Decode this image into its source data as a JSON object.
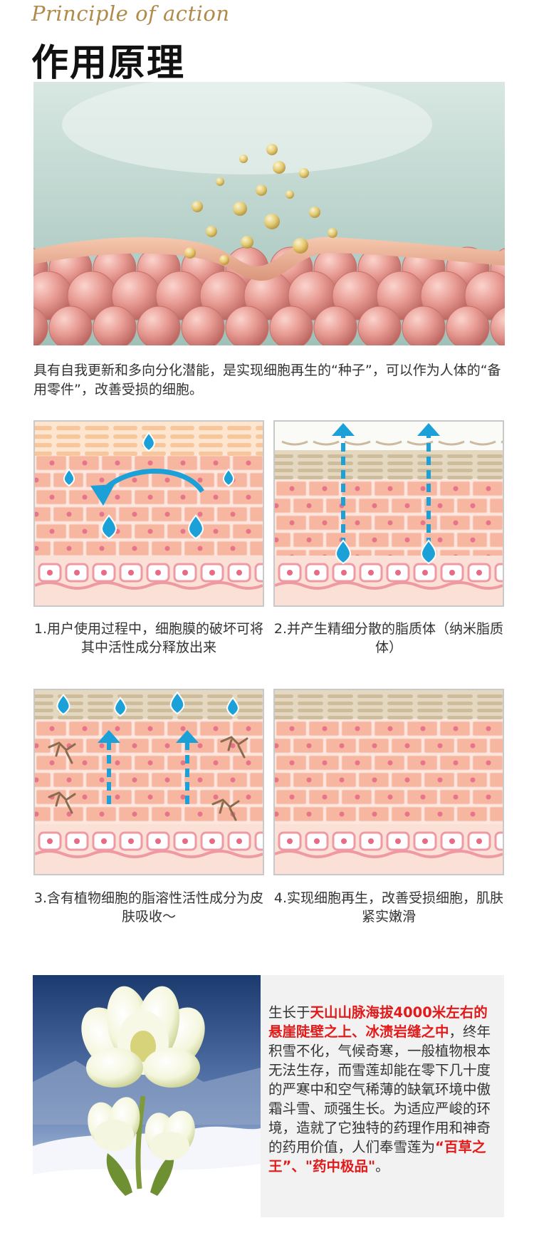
{
  "header": {
    "subtitle": "Principle of action",
    "title": "作用原理"
  },
  "intro": "具有自我更新和多向分化潜能，是实现细胞再生的“种子”，可以作为人体的“备用零件”，改善受损的细胞。",
  "steps": [
    {
      "caption": "1.用户使用过程中，细胞膜的破坏可将其中活性成分释放出来"
    },
    {
      "caption": "2.并产生精细分散的脂质体（纳米脂质体）"
    },
    {
      "caption": "3.含有植物细胞的脂溶性活性成分为皮肤吸收～"
    },
    {
      "caption": "4.实现细胞再生，改善受损细胞，肌肤紧实嫩滑"
    }
  ],
  "story": {
    "p1": "生长于",
    "h1": "天山山脉海拔4000米左右的悬崖陡壁之上、冰渍岩缝之中",
    "p2": "，终年积雪不化，气候奇寒，一般植物根本无法生存，而雪莲却能在零下几十度的严寒中和空气稀薄的缺氧环境中傲霜斗雪、顽强生长。为适应严峻的环境，造就了它独特的药理作用和神奇的药用价值，人们奉雪莲为",
    "h2": "“百草之王”、\"药中极品\"",
    "p3": "。"
  },
  "colors": {
    "accent_red": "#e21a1a",
    "gold": "#b08a4a",
    "droplet_blue": "#1ba1d8",
    "hero_bg": "#a9c8bf"
  },
  "icons": [
    "droplet-icon",
    "curved-arrow-icon",
    "dashed-up-arrow-icon",
    "crack-icon"
  ]
}
